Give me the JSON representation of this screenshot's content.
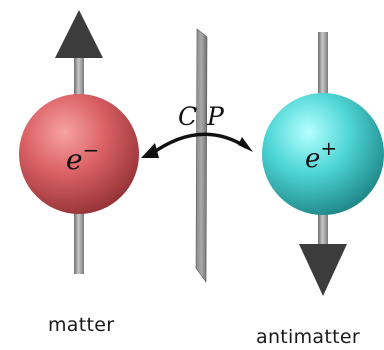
{
  "particle": {
    "symbol": "e",
    "charge": "−",
    "color": "#d9595f"
  },
  "antiparticle": {
    "symbol": "e",
    "charge": "+",
    "color": "#46d4d4"
  },
  "transformation": {
    "c": "C",
    "p": "P"
  },
  "captions": {
    "left": "matter",
    "right": "antimatter"
  }
}
